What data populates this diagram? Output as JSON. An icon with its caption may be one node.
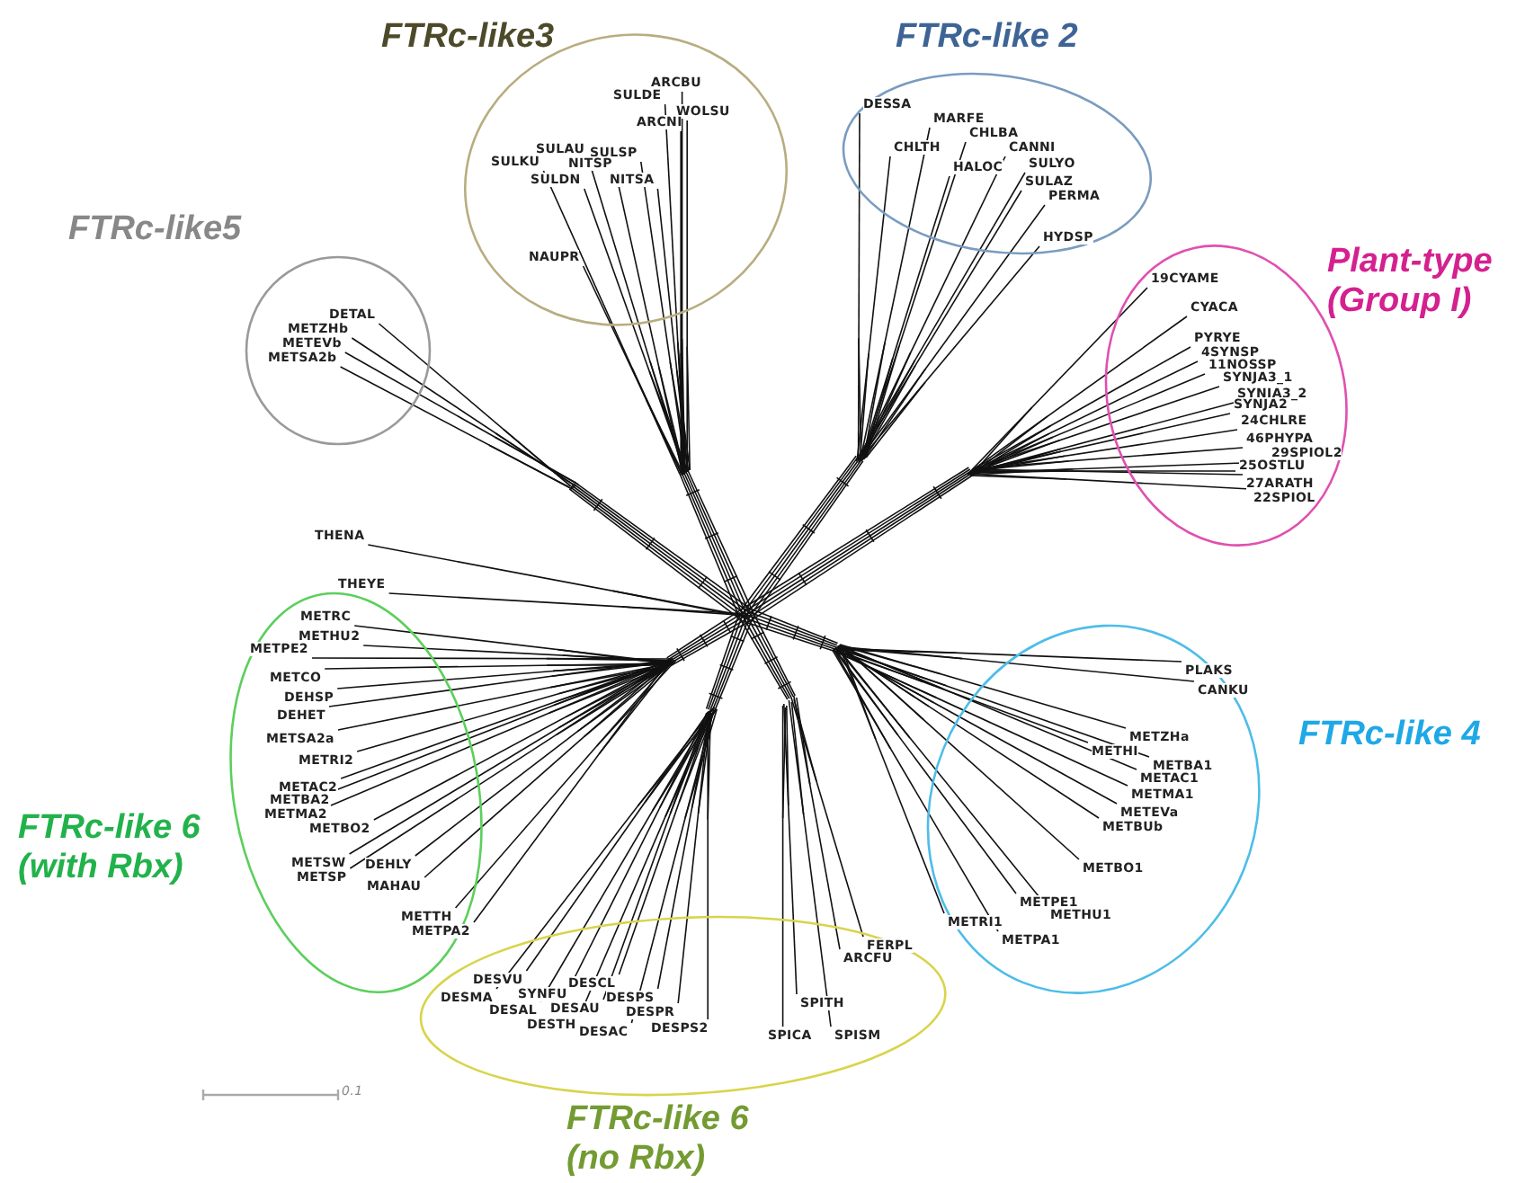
{
  "diagram": {
    "nodes": [
      {
        "text": [
          "FTRc-like3",
          "ARCBU",
          "SULDE",
          "WOLSU",
          "ARCNI",
          "SULAU",
          "SULSP",
          "SULKU",
          "NITSP",
          "SULDN",
          "NITSA",
          "NAUPR"
        ]
      },
      {
        "text": [
          "FTRc-like 2",
          "DESSA",
          "MARFE",
          "CHLBA",
          "CHLTH",
          "CANNI",
          "HALOC",
          "SULYO",
          "SULAZ",
          "PERMA",
          "HYDSP"
        ]
      },
      {
        "text": [
          "FTRc-like5",
          "DETAL",
          "METZHb",
          "METEVb",
          "METSA2b"
        ]
      },
      {
        "text": [
          "Plant-type (Group I)",
          "19CYAME",
          "CYACA",
          "PYRYE",
          "4SYNSP",
          "11NOSSP",
          "SYNJA3_1",
          "SYNJA3_2",
          "SYNJA2",
          "24CHLRE",
          "46PHYPA",
          "29SPIOL2",
          "25OSTLU",
          "27ARATH",
          "22SPIOL"
        ]
      },
      {
        "text": [
          "FTRc-like 6 (with Rbx)",
          "METRC",
          "METHU2",
          "METPE2",
          "METCO",
          "DEHSP",
          "DEHET",
          "METSA2a",
          "METRI2",
          "METAC2",
          "METBA2",
          "METMA2",
          "METBO2",
          "METSW",
          "DEHLY",
          "METSP",
          "MAHAU",
          "METTH",
          "METPA2"
        ]
      },
      {
        "text": [
          "FTRc-like 4",
          "PLAKS",
          "CANKU",
          "METZHa",
          "METHI",
          "METBA1",
          "METAC1",
          "METMA1",
          "METEVa",
          "METBUb",
          "METBO1",
          "METPE1",
          "METHU1",
          "METRI1",
          "METPA1"
        ]
      },
      {
        "text": [
          "FTRc-like 6 (no Rbx)",
          "DESVU",
          "DESCL",
          "DESMA",
          "SYNFU",
          "DESPS",
          "DESAL",
          "DESAU",
          "DESPR",
          "DESTH",
          "DESAC",
          "DESPS2",
          "FERPL",
          "ARCFU",
          "SPITH",
          "SPICA",
          "SPISM"
        ]
      }
    ],
    "labels": [
      "THENA",
      "THEYE",
      "0.1"
    ]
  }
}
